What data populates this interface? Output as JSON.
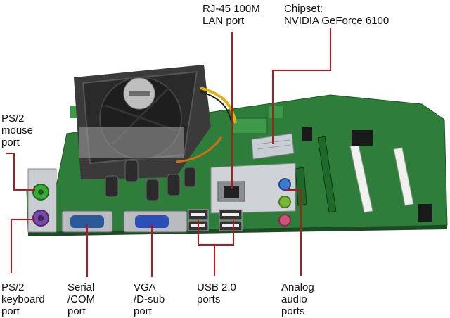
{
  "labels": {
    "rj45": "RJ-45 100M\nLAN port",
    "chipset": "Chipset:\nNVIDIA GeForce 6100",
    "ps2_mouse": "PS/2\nmouse\nport",
    "ps2_keyboard": "PS/2\nkeyboard\nport",
    "serial": "Serial\n/COM\nport",
    "vga": "VGA\n/D-sub\nport",
    "usb": "USB 2.0\nports",
    "audio": "Analog\naudio\nports"
  },
  "colors": {
    "pcb": "#2f7d3a",
    "leader_line": "#c0141a",
    "text": "#111111"
  }
}
